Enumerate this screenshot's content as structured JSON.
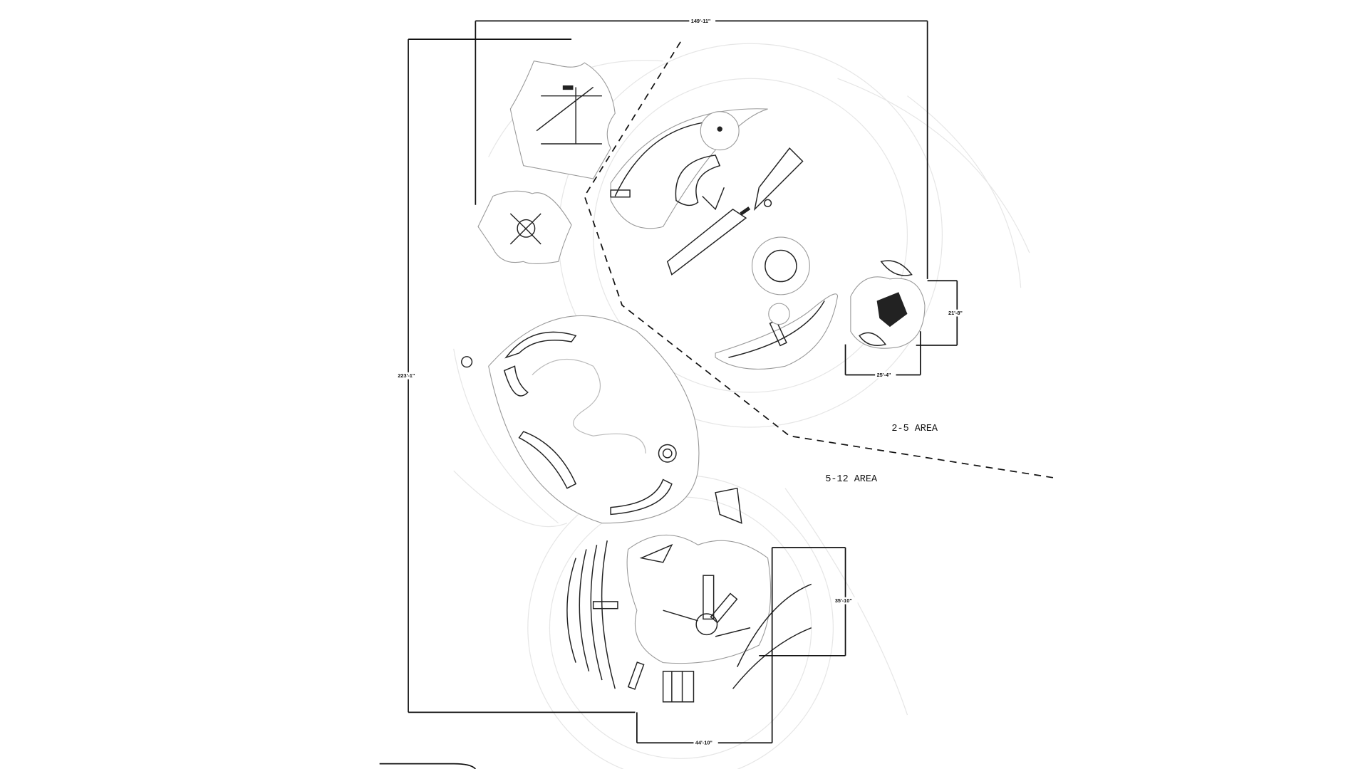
{
  "drawing": {
    "dimensions": {
      "overall_width": "149'-11\"",
      "overall_height": "223'-1\"",
      "toddler_pad_height": "21'-8\"",
      "toddler_pad_width": "25'-4\"",
      "school_pad_height": "35'-10\"",
      "school_pad_width": "44'-10\""
    },
    "zones": {
      "toddler": "2-5 AREA",
      "school_age": "5-12 AREA"
    },
    "colors": {
      "line": "#111111",
      "pad_outline": "#9a9a9a",
      "background_linework": "#e6e6e6"
    }
  }
}
